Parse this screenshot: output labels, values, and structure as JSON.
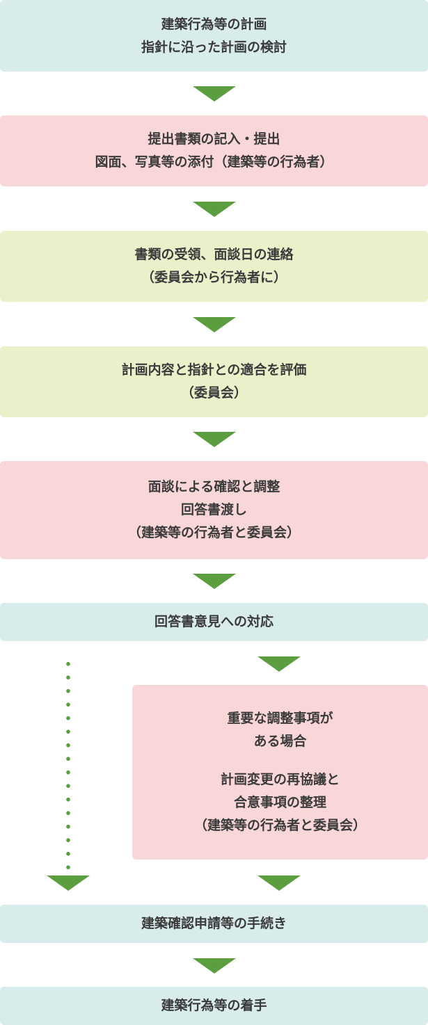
{
  "steps": {
    "plan": [
      "建築行為等の計画",
      "指針に沿った計画の検討"
    ],
    "submit": [
      "提出書類の記入・提出",
      "図面、写真等の添付（建築等の行為者）"
    ],
    "receive": [
      "書類の受領、面談日の連絡",
      "（委員会から行為者に）"
    ],
    "evaluate": [
      "計画内容と指針との適合を評価",
      "（委員会）"
    ],
    "interview": [
      "面談による確認と調整",
      "回答書渡し",
      "（建築等の行為者と委員会）"
    ],
    "response": [
      "回答書意見への対応"
    ],
    "adjust_case": [
      "重要な調整事項が",
      "ある場合"
    ],
    "reconsult": [
      "計画変更の再協議と",
      "合意事項の整理",
      "（建築等の行為者と委員会）"
    ],
    "procedure": [
      "建築確認申請等の手続き"
    ],
    "start": [
      "建築行為等の着手"
    ]
  },
  "colors": {
    "blue_box": "#d8ecec",
    "pink_box": "#f9d6d8",
    "green_box": "#e9f1cb",
    "arrow": "#5a9e3f"
  }
}
